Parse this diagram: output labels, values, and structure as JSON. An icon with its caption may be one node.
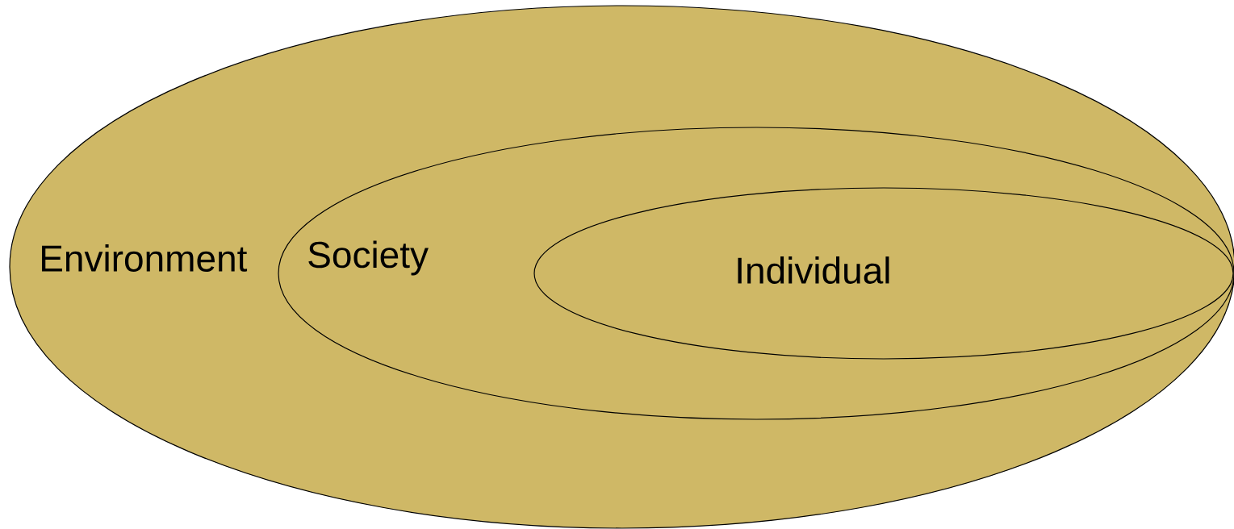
{
  "diagram": {
    "nodes": [
      {
        "text": [
          "Environment"
        ]
      },
      {
        "text": [
          "Society"
        ],
        "in": 0
      },
      {
        "text": [
          "Individual"
        ],
        "in": 1
      }
    ]
  }
}
